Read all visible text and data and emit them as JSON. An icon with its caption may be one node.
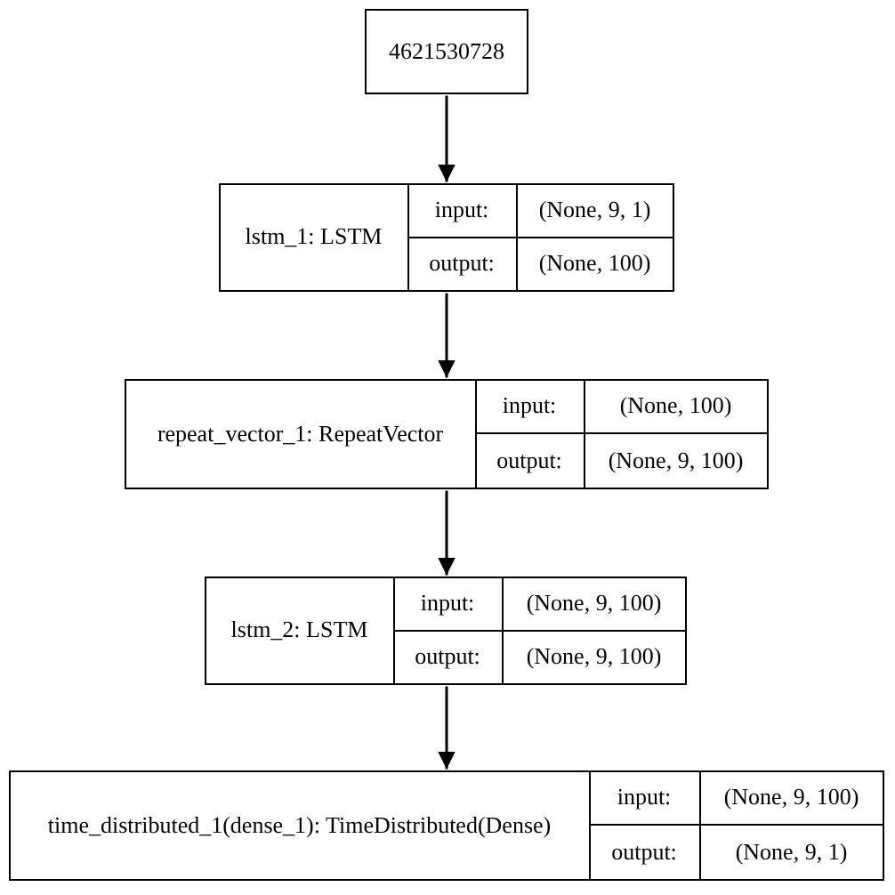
{
  "diagram": {
    "nodes": [
      {
        "text": [
          "4621530728"
        ]
      },
      {
        "text": [
          "lstm_1: LSTM",
          "input:",
          "(None, 9, 1)",
          "output:",
          "(None, 100)"
        ]
      },
      {
        "text": [
          "repeat_vector_1: RepeatVector",
          "input:",
          "(None, 100)",
          "output:",
          "(None, 9, 100)"
        ]
      },
      {
        "text": [
          "lstm_2: LSTM",
          "input:",
          "(None, 9, 100)",
          "output:",
          "(None, 9, 100)"
        ]
      },
      {
        "text": [
          "time_distributed_1(dense_1): TimeDistributed(Dense)",
          "input:",
          "(None, 9, 100)",
          "output:",
          "(None, 9, 1)"
        ]
      }
    ],
    "edges": [
      {
        "from": 0,
        "to": 1,
        "arrow": "to"
      },
      {
        "from": 1,
        "to": 2,
        "arrow": "to"
      },
      {
        "from": 2,
        "to": 3,
        "arrow": "to"
      },
      {
        "from": 3,
        "to": 4,
        "arrow": "to"
      }
    ]
  }
}
